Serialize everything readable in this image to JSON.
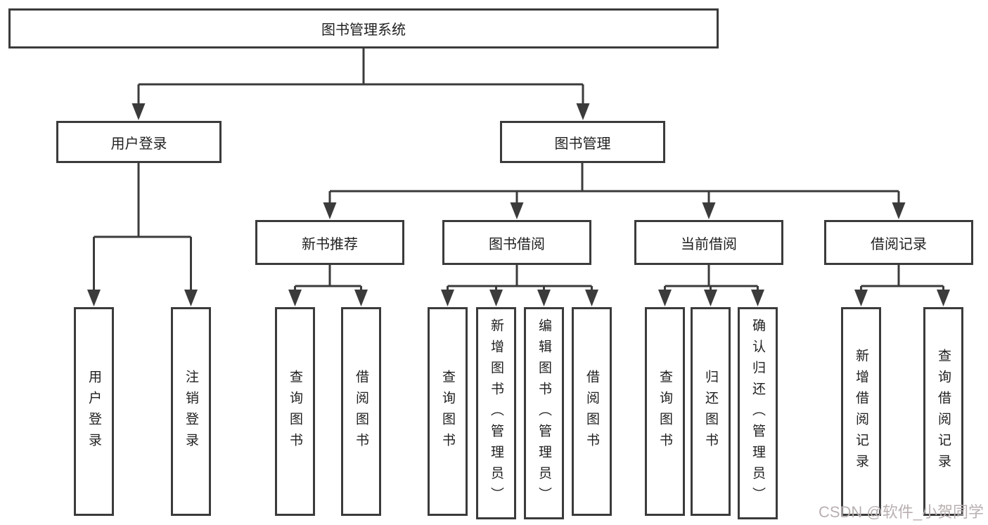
{
  "page": {
    "background": "#ffffff"
  },
  "diagram": {
    "line_color": "#3b3b3b",
    "root": {
      "label": "图书管理系统"
    },
    "level1": {
      "user_login": {
        "label": "用户登录"
      },
      "book_mgmt": {
        "label": "图书管理"
      }
    },
    "level2": {
      "new_books": {
        "label": "新书推荐"
      },
      "book_borrow": {
        "label": "图书借阅"
      },
      "current_borrow": {
        "label": "当前借阅"
      },
      "borrow_records": {
        "label": "借阅记录"
      }
    },
    "leaves": {
      "user_login": [
        "用户登录",
        "注销登录"
      ],
      "new_books": [
        "查询图书",
        "借阅图书"
      ],
      "book_borrow": [
        "查询图书",
        "新增图书（管理员）",
        "编辑图书（管理员）",
        "借阅图书"
      ],
      "current_borrow": [
        "查询图书",
        "归还图书",
        "确认归还（管理员）"
      ],
      "borrow_records": [
        "新增借阅记录",
        "查询借阅记录"
      ]
    }
  },
  "watermark": {
    "text": "CSDN @软件_小贺同学",
    "color": "#b9b0b0"
  }
}
